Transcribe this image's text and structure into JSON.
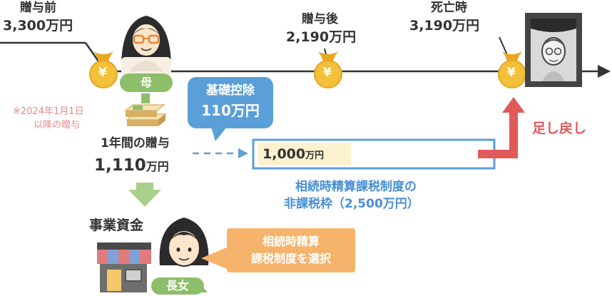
{
  "timeline": {
    "before": {
      "label": "贈与前",
      "amount": "3,300万円"
    },
    "after": {
      "label": "贈与後",
      "amount": "2,190万円"
    },
    "death": {
      "label": "死亡時",
      "amount": "3,190万円"
    }
  },
  "mother": {
    "badge": "母"
  },
  "note": {
    "line1": "※2024年1月1日",
    "line2": "以降の贈与"
  },
  "deduction": {
    "title": "基礎控除",
    "amount": "110万円"
  },
  "gift": {
    "line1": "1年間の贈与",
    "amount_number": "1,110",
    "amount_unit": "万円"
  },
  "frame": {
    "amount_number": "1,000",
    "amount_unit": "万円"
  },
  "clawback": {
    "label": "足し戻し"
  },
  "nontaxable": {
    "line1": "相続時精算課税制度の",
    "line2": "非課税枠（2,500万円）"
  },
  "business": {
    "label": "事業資金"
  },
  "daughter": {
    "badge": "長女"
  },
  "selection": {
    "line1": "相続時精算",
    "line2": "課税制度を選択"
  },
  "symbols": {
    "yen": "¥"
  },
  "colors": {
    "text": "#333333",
    "green": "#8dbe6a",
    "blue": "#5b9fd8",
    "blue_text": "#4a8fd6",
    "red": "#e05a5a",
    "gold": "#f3c03a",
    "orange": "#f6b36b",
    "note": "#e48a8a",
    "frame_fill": "#fcf1cf"
  }
}
